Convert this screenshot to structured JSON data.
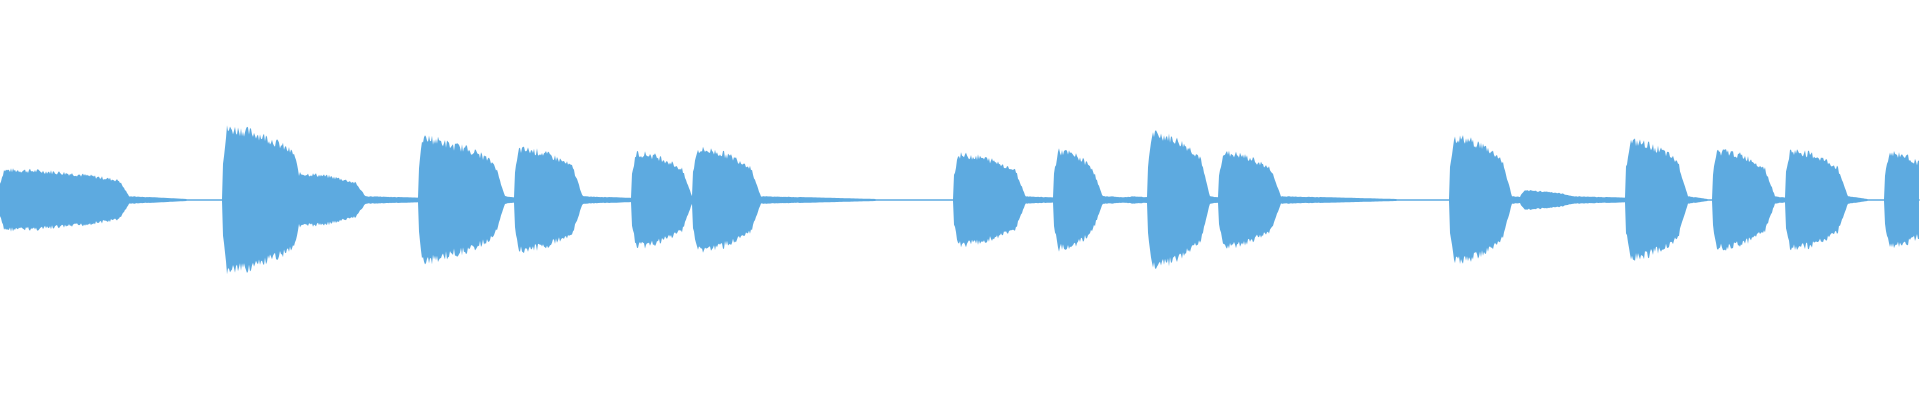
{
  "waveform": {
    "color": "#5DAAE0",
    "background": "#FFFFFF",
    "duration_fraction_points": [
      {
        "t": 0.0,
        "a": 0.16,
        "decay": 0.06,
        "tail": 0.03
      },
      {
        "t": 0.116,
        "a": 0.38,
        "decay": 0.035,
        "tail": 0.05
      },
      {
        "t": 0.153,
        "a": 0.14,
        "decay": 0.03,
        "tail": 0.05
      },
      {
        "t": 0.218,
        "a": 0.33,
        "decay": 0.025,
        "tail": 0.02
      },
      {
        "t": 0.232,
        "a": 0.29,
        "decay": 0.024,
        "tail": 0.01
      },
      {
        "t": 0.268,
        "a": 0.27,
        "decay": 0.028,
        "tail": 0.04
      },
      {
        "t": 0.329,
        "a": 0.25,
        "decay": 0.024,
        "tail": 0.02
      },
      {
        "t": 0.361,
        "a": 0.27,
        "decay": 0.028,
        "tail": 0.06
      },
      {
        "t": 0.497,
        "a": 0.24,
        "decay": 0.03,
        "tail": 0.03
      },
      {
        "t": 0.549,
        "a": 0.26,
        "decay": 0.018,
        "tail": 0.01
      },
      {
        "t": 0.573,
        "a": 0.02,
        "decay": 0.01,
        "tail": 0.02
      },
      {
        "t": 0.598,
        "a": 0.35,
        "decay": 0.025,
        "tail": 0.01
      },
      {
        "t": 0.635,
        "a": 0.25,
        "decay": 0.025,
        "tail": 0.06
      },
      {
        "t": 0.755,
        "a": 0.33,
        "decay": 0.025,
        "tail": 0.02
      },
      {
        "t": 0.792,
        "a": 0.05,
        "decay": 0.02,
        "tail": 0.05
      },
      {
        "t": 0.847,
        "a": 0.31,
        "decay": 0.025,
        "tail": 0.01
      },
      {
        "t": 0.892,
        "a": 0.26,
        "decay": 0.025,
        "tail": 0.01
      },
      {
        "t": 0.93,
        "a": 0.26,
        "decay": 0.025,
        "tail": 0.01
      },
      {
        "t": 0.982,
        "a": 0.25,
        "decay": 0.02,
        "tail": 0.01
      }
    ]
  }
}
